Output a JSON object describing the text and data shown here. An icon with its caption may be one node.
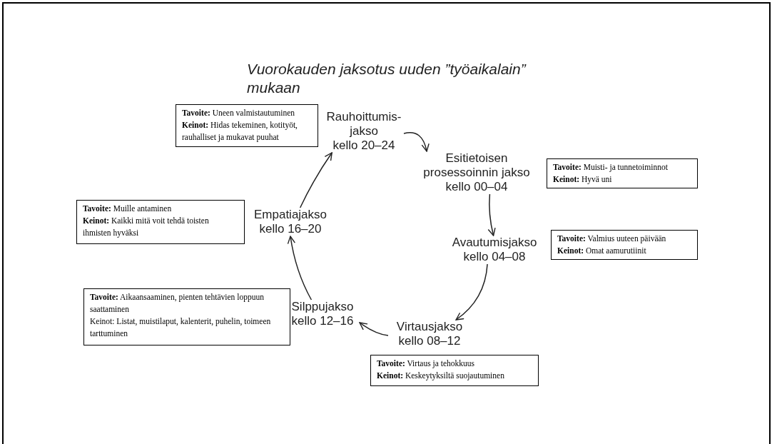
{
  "diagram": {
    "title": "Vuorokauden jaksotus uuden ”työaikalain” mukaan",
    "nodes": [
      {
        "text": [
          "Rauhoittumis- jakso",
          "kello 20–24"
        ]
      },
      {
        "text": [
          "Esitietoisen prosessoinnin jakso",
          "kello 00–04"
        ]
      },
      {
        "text": [
          "Avautumisjakso",
          "kello 04–08"
        ]
      },
      {
        "text": [
          "Virtausjakso",
          "kello 08–12"
        ]
      },
      {
        "text": [
          "Silppujakso",
          "kello 12–16"
        ]
      },
      {
        "text": [
          "Empatiajakso",
          "kello 16–20"
        ]
      },
      {
        "text": [
          "**Tavoite:** Uneen valmistautuminen",
          "**Keinot:** Hidas tekeminen, kotityöt, rauhalliset ja mukavat puuhat"
        ]
      },
      {
        "text": [
          "**Tavoite:** Muisti- ja tunnetoiminnot",
          "**Keinot:** Hyvä uni"
        ]
      },
      {
        "text": [
          "**Tavoite:** Valmius uuteen päivään",
          "**Keinot:** Omat aamurutiinit"
        ]
      },
      {
        "text": [
          "**Tavoite:** Virtaus ja tehokkuus",
          "**Keinot:** Keskeytyksiltä suojautuminen"
        ]
      },
      {
        "text": [
          "**Tavoite:** Aikaansaaminen, pienten tehtävien loppuun saattaminen",
          "Keinot: Listat, muistilaput, kalenterit, puhelin, toimeen tarttuminen"
        ]
      },
      {
        "text": [
          "**Tavoite:** Muille antaminen",
          "**Keinot:** Kaikki mitä voit tehdä toisten ihmisten hyväksi"
        ]
      }
    ],
    "edges": [
      {
        "from": 0,
        "to": 1,
        "arrow": "to"
      },
      {
        "from": 1,
        "to": 2,
        "arrow": "to"
      },
      {
        "from": 2,
        "to": 3,
        "arrow": "to"
      },
      {
        "from": 3,
        "to": 4,
        "arrow": "to"
      },
      {
        "from": 4,
        "to": 5,
        "arrow": "to"
      },
      {
        "from": 5,
        "to": 0,
        "arrow": "to"
      }
    ]
  }
}
